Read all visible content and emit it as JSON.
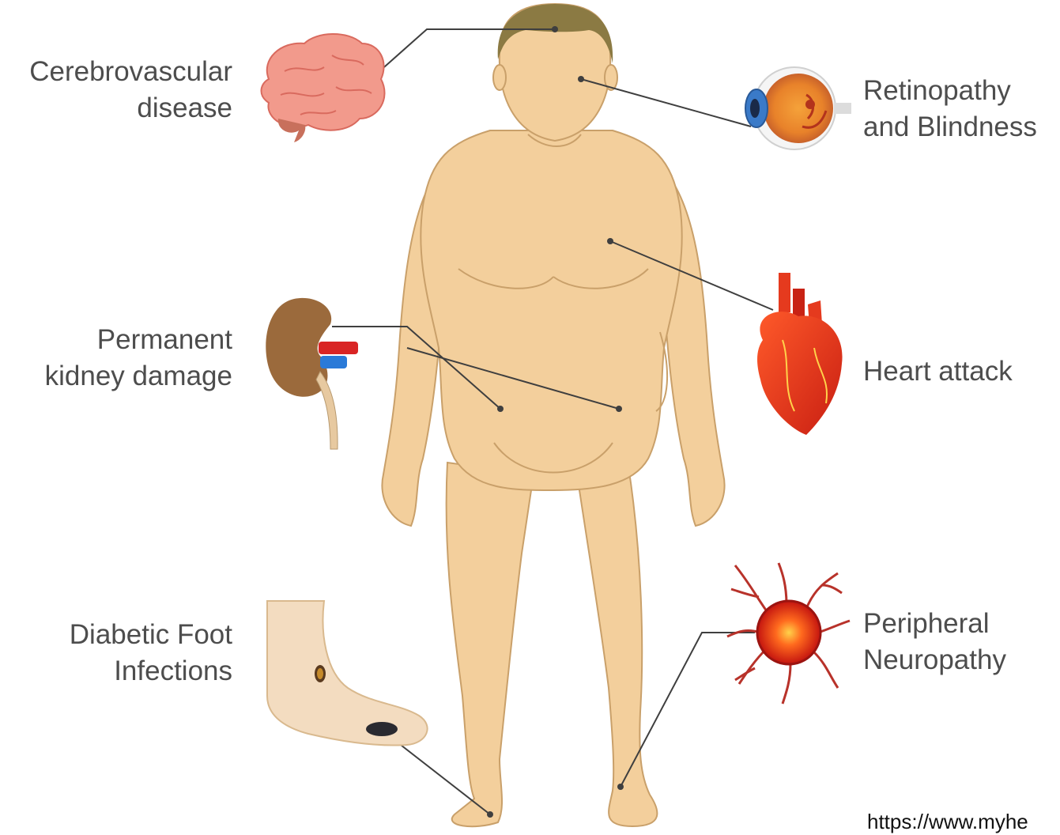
{
  "labels": {
    "cerebrovascular": [
      "Cerebrovascular",
      "disease"
    ],
    "retinopathy": [
      "Retinopathy",
      "and Blindness"
    ],
    "heart": [
      "Heart attack"
    ],
    "kidney": [
      "Permanent",
      "kidney damage"
    ],
    "foot": [
      "Diabetic Foot",
      "Infections"
    ],
    "neuropathy": [
      "Peripheral",
      "Neuropathy"
    ]
  },
  "source_url": "https://www.myhe",
  "colors": {
    "skin": "#f3cf9c",
    "skin_outline": "#c9a06a",
    "hair": "#8b7a43",
    "leader_line": "#3f3f3f",
    "label_text": "#4d4d4d",
    "organ_red": "#e53a1e",
    "brain_pink": "#f29a8c",
    "kidney_brown": "#9b6a3c"
  },
  "icons": [
    "brain-icon",
    "eye-icon",
    "heart-icon",
    "kidney-icon",
    "foot-icon",
    "nerve-cell-icon"
  ]
}
